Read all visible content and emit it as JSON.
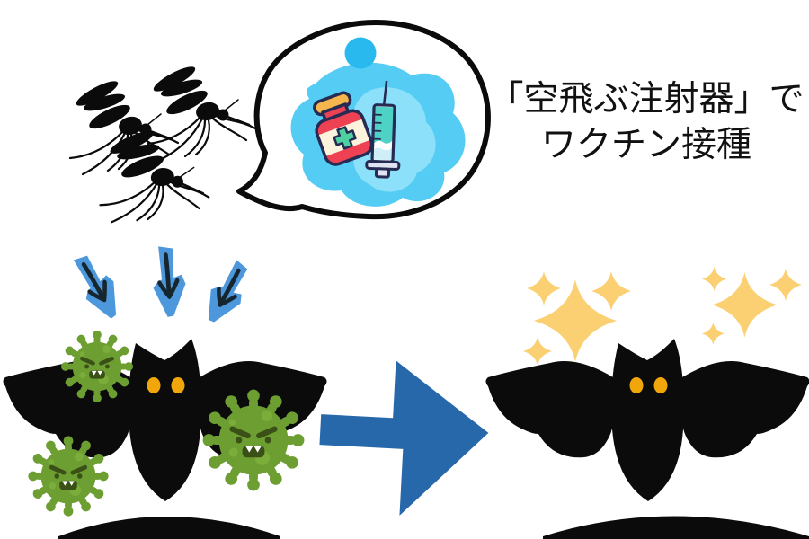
{
  "caption": {
    "line1": "「空飛ぶ注射器」で",
    "line2": "ワクチン接種"
  },
  "colors": {
    "caption_ink": "#111111",
    "ink_black": "#0b0b0b",
    "bubble_fill": "#ffffff",
    "bubble_outline": "#0b0b0b",
    "blob_main": "#55ccf4",
    "blob_light": "#8de0f9",
    "blob_dot": "#29b9ef",
    "medical_outline": "#252b52",
    "vial_body": "#ee4154",
    "vial_cap": "#f4b64d",
    "vial_label": "#fbf3dc",
    "vial_cross": "#4ed1a1",
    "syringe_fluid": "#4fd2c6",
    "syringe_fluid_light": "#cfeef7",
    "syringe_grip": "#dfe3f2",
    "virus_body": "#6d9e31",
    "virus_spot": "#7fb13d",
    "virus_feature": "#3a5016",
    "virus_fang": "#ffffff",
    "bat_eye": "#f1a70b",
    "impact_arrow_fill": "#4d98dc",
    "impact_arrow_ink": "#16262e",
    "sparkle": "#fbd072",
    "transition_arrow": "#2768ab"
  },
  "parts": {
    "mosquito_count": 3,
    "virus_count": 3,
    "impact_arrow_count": 3,
    "bat_count": 2,
    "sparkle_cluster_count": 2,
    "icons": [
      "mosquito-icon",
      "speech-bubble-balloon",
      "medicine-vial-icon",
      "syringe-icon",
      "impact-arrow-icon",
      "infected-bat-icon",
      "virus-icon",
      "transition-arrow-icon",
      "healthy-bat-icon",
      "sparkle-icon",
      "ground-hill"
    ]
  }
}
